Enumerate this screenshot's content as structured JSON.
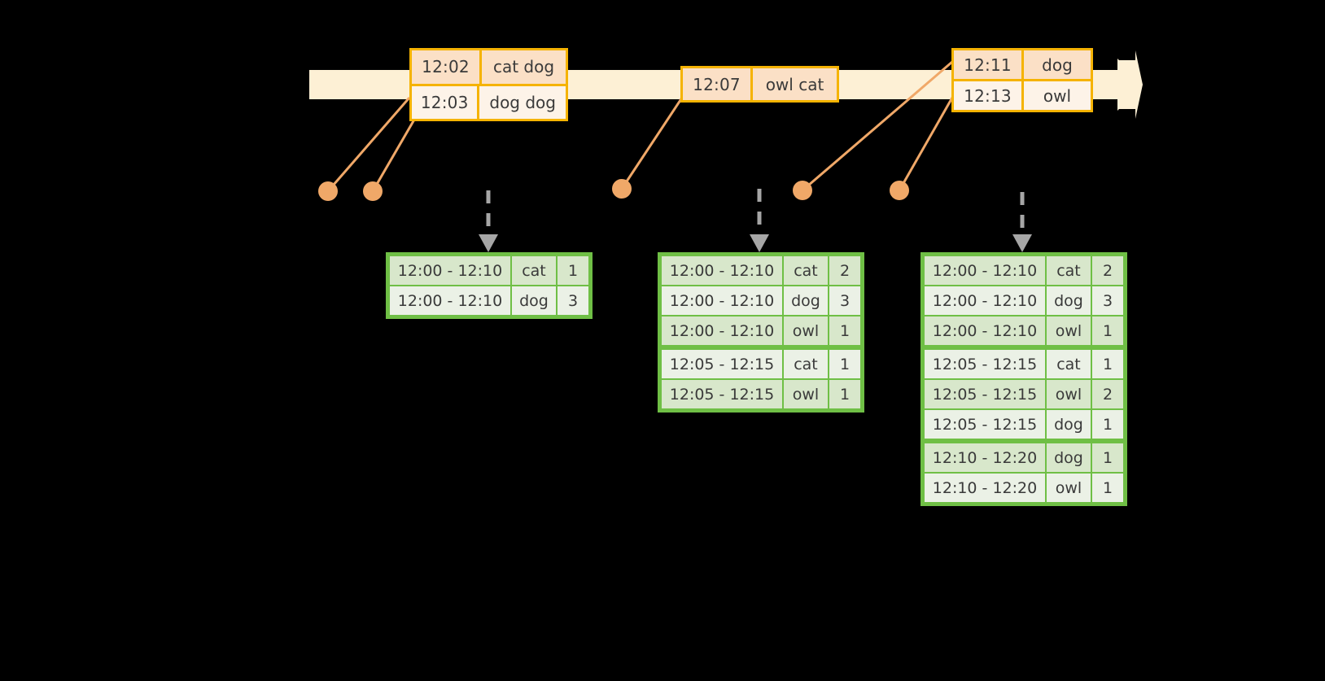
{
  "timeline": {
    "name": "event-stream-timeline",
    "bar_color": "#FDF0D5",
    "accent_color": "#F5B301",
    "arrow_label": "time-arrow"
  },
  "events": [
    {
      "id": "event-group-1",
      "rows": [
        {
          "time": "12:02",
          "words": "cat dog"
        },
        {
          "time": "12:03",
          "words": "dog dog"
        }
      ]
    },
    {
      "id": "event-group-2",
      "rows": [
        {
          "time": "12:07",
          "words": "owl cat"
        }
      ]
    },
    {
      "id": "event-group-3",
      "rows": [
        {
          "time": "12:11",
          "words": "dog"
        },
        {
          "time": "12:13",
          "words": "owl"
        }
      ]
    }
  ],
  "markers": [
    {
      "name": "event-marker-1202"
    },
    {
      "name": "event-marker-1203"
    },
    {
      "name": "event-marker-1207"
    },
    {
      "name": "event-marker-1211"
    },
    {
      "name": "event-marker-1213"
    }
  ],
  "tables": [
    {
      "id": "result-table-1",
      "color": "#6FBF45",
      "groups": [
        {
          "rows": [
            {
              "window": "12:00 - 12:10",
              "word": "cat",
              "count": "1"
            },
            {
              "window": "12:00 - 12:10",
              "word": "dog",
              "count": "3"
            }
          ]
        }
      ]
    },
    {
      "id": "result-table-2",
      "color": "#6FBF45",
      "groups": [
        {
          "rows": [
            {
              "window": "12:00 - 12:10",
              "word": "cat",
              "count": "2"
            },
            {
              "window": "12:00 - 12:10",
              "word": "dog",
              "count": "3"
            },
            {
              "window": "12:00 - 12:10",
              "word": "owl",
              "count": "1"
            }
          ]
        },
        {
          "rows": [
            {
              "window": "12:05 - 12:15",
              "word": "cat",
              "count": "1"
            },
            {
              "window": "12:05 - 12:15",
              "word": "owl",
              "count": "1"
            }
          ]
        }
      ]
    },
    {
      "id": "result-table-3",
      "color": "#6FBF45",
      "groups": [
        {
          "rows": [
            {
              "window": "12:00 - 12:10",
              "word": "cat",
              "count": "2"
            },
            {
              "window": "12:00 - 12:10",
              "word": "dog",
              "count": "3"
            },
            {
              "window": "12:00 - 12:10",
              "word": "owl",
              "count": "1"
            }
          ]
        },
        {
          "rows": [
            {
              "window": "12:05 - 12:15",
              "word": "cat",
              "count": "1"
            },
            {
              "window": "12:05 - 12:15",
              "word": "owl",
              "count": "2"
            },
            {
              "window": "12:05 - 12:15",
              "word": "dog",
              "count": "1"
            }
          ]
        },
        {
          "rows": [
            {
              "window": "12:10 - 12:20",
              "word": "dog",
              "count": "1"
            },
            {
              "window": "12:10 - 12:20",
              "word": "owl",
              "count": "1"
            }
          ]
        }
      ]
    }
  ],
  "emit_arrows": [
    {
      "name": "emit-arrow-1"
    },
    {
      "name": "emit-arrow-2"
    },
    {
      "name": "emit-arrow-3"
    }
  ]
}
